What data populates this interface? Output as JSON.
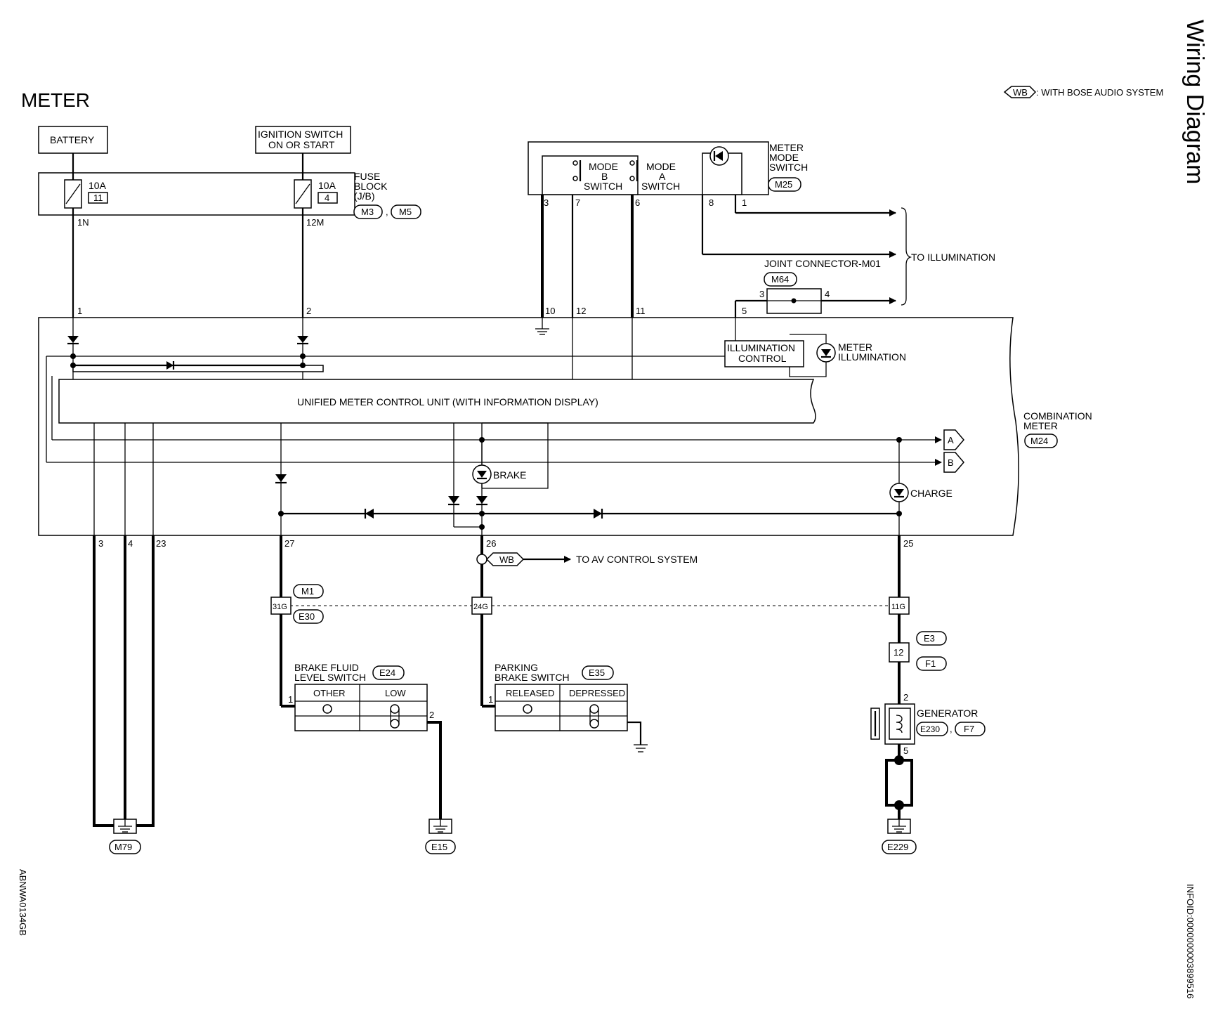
{
  "title": "METER",
  "side_title": "Wiring Diagram",
  "legend": {
    "code": "WB",
    "text": ": WITH BOSE AUDIO SYSTEM"
  },
  "doc_id_left": "ABNWA0134GB",
  "doc_id_right": "INFOID:0000000003899516",
  "power": {
    "battery": "BATTERY",
    "ignition_line1": "IGNITION SWITCH",
    "ignition_line2": "ON OR START",
    "fuse1_amp": "10A",
    "fuse1_num": "11",
    "fuse1_pin": "1N",
    "fuse2_amp": "10A",
    "fuse2_num": "4",
    "fuse2_pin": "12M",
    "fuse_block_l1": "FUSE",
    "fuse_block_l2": "BLOCK",
    "fuse_block_l3": "(J/B)",
    "fuse_conn1": "M3",
    "fuse_conn2": "M5"
  },
  "mode_switch": {
    "b_l1": "MODE",
    "b_l2": "B",
    "b_l3": "SWITCH",
    "a_l1": "MODE",
    "a_l2": "A",
    "a_l3": "SWITCH",
    "name_l1": "METER",
    "name_l2": "MODE",
    "name_l3": "SWITCH",
    "conn": "M25",
    "pins": [
      "3",
      "7",
      "6",
      "8",
      "1"
    ]
  },
  "illumination": {
    "to_label": "TO ILLUMINATION",
    "joint": "JOINT CONNECTOR-M01",
    "joint_conn": "M64",
    "joint_pin_l": "3",
    "joint_pin_r": "4",
    "ctrl_l1": "ILLUMINATION",
    "ctrl_l2": "CONTROL",
    "lamp_l1": "METER",
    "lamp_l2": "ILLUMINATION"
  },
  "meter": {
    "top_pins": [
      "1",
      "2",
      "10",
      "12",
      "11",
      "5"
    ],
    "unit": "UNIFIED METER CONTROL UNIT (WITH INFORMATION DISPLAY)",
    "name_l1": "COMBINATION",
    "name_l2": "METER",
    "conn": "M24",
    "brake": "BRAKE",
    "charge": "CHARGE",
    "arrow_a": "A",
    "arrow_b": "B",
    "bottom_pins": [
      "3",
      "4",
      "23",
      "27",
      "26",
      "25"
    ]
  },
  "av": {
    "code": "WB",
    "label": "TO AV CONTROL SYSTEM"
  },
  "harness": {
    "conn_m1": "M1",
    "conn_e30": "E30",
    "c1": "31G",
    "c2": "24G",
    "c3": "11G",
    "e3": "E3",
    "f1": "F1",
    "pin12": "12"
  },
  "brake_fluid": {
    "l1": "BRAKE FLUID",
    "l2": "LEVEL SWITCH",
    "conn": "E24",
    "col1": "OTHER",
    "col2": "LOW",
    "pin_in": "1",
    "pin_out": "2"
  },
  "parking": {
    "l1": "PARKING",
    "l2": "BRAKE SWITCH",
    "conn": "E35",
    "col1": "RELEASED",
    "col2": "DEPRESSED",
    "pin_in": "1"
  },
  "generator": {
    "label": "GENERATOR",
    "conn1": "E230",
    "conn2": "F7",
    "pin_top": "2",
    "pin_bot": "5"
  },
  "grounds": {
    "g1": "M79",
    "g2": "E15",
    "g3": "E229"
  }
}
